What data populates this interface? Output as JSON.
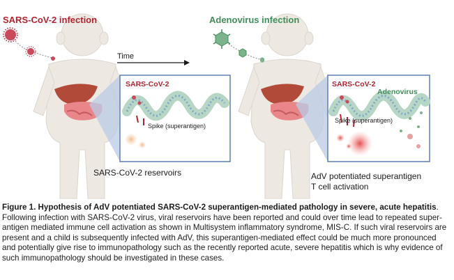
{
  "figure": {
    "left_panel": {
      "infection_label": "SARS-CoV-2 infection",
      "inset_title": "SARS-CoV-2",
      "spike_label": "Spike (superantigen)",
      "caption": "SARS-CoV-2 reservoirs"
    },
    "time_label": "Time",
    "right_panel": {
      "infection_label": "Adenovirus infection",
      "inset_title": "SARS-CoV-2",
      "inset_adenovirus": "Adenovirus",
      "spike_label": "Spike (superantigen)",
      "caption_line1": "AdV potentiated superantigen",
      "caption_line2": "T cell activation"
    },
    "colors": {
      "sars": "#b3232f",
      "adeno": "#3f8f5a",
      "inset_border": "#5d7fb6",
      "body_fill": "#ede8e2"
    }
  },
  "caption": {
    "title": "Figure 1. Hypothesis of AdV potentiated SARS-CoV-2 superantigen-mediated pathology in severe, acute hepatitis",
    "body": ". Following infection with SARS-CoV-2 virus, viral reservoirs have been reported and could over time lead to repeated super-antigen mediated immune cell activation as shown in Multisystem inflammatory syndrome, MIS-C. If such  viral reservoirs are present and a child is subsequently infected with AdV, this superantigen-mediated effect could be much more pronounced and potentially give rise to immunopathology such as the recently reported acute, severe hepatitis which is why evidence of such immunopathology should be investigated in these cases."
  }
}
